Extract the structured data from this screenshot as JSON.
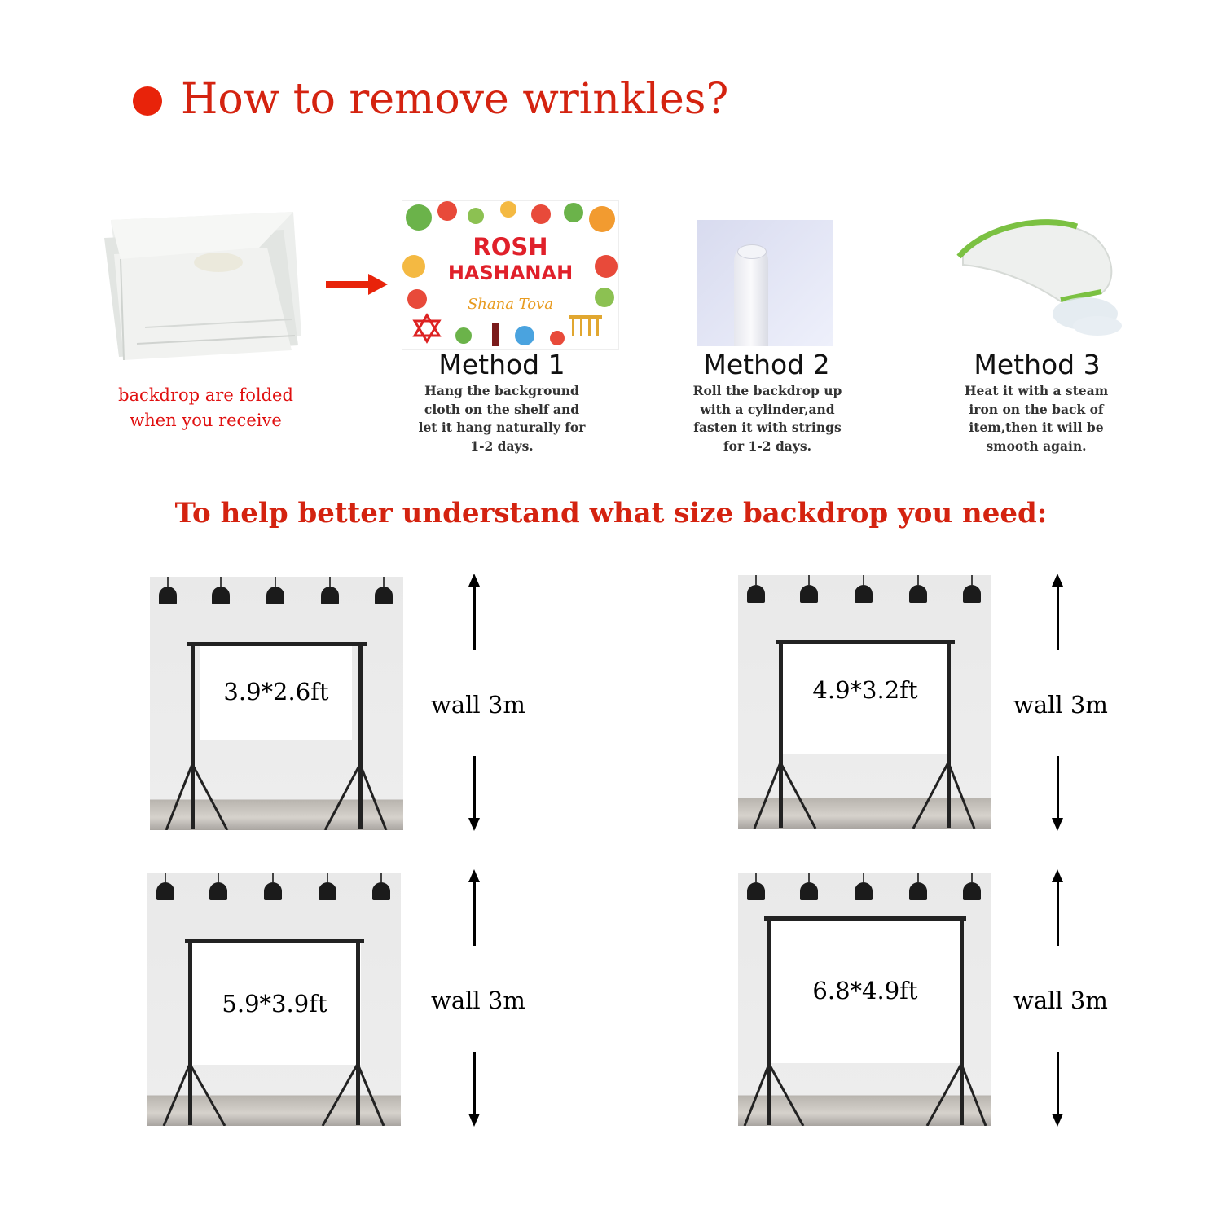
{
  "header": {
    "title": "How to remove wrinkles?"
  },
  "folded": {
    "caption_line1": "backdrop are folded",
    "caption_line2": "when you receive"
  },
  "banner": {
    "line1": "ROSH",
    "line2": "HASHANAH",
    "line3": "Shana Tova"
  },
  "methods": [
    {
      "title": "Method 1",
      "desc": [
        "Hang the background",
        "cloth on the shelf and",
        "let it hang naturally for",
        "1-2 days."
      ]
    },
    {
      "title": "Method 2",
      "desc": [
        "Roll the backdrop up",
        "with a cylinder,and",
        "fasten it with strings",
        "for 1-2 days."
      ]
    },
    {
      "title": "Method 3",
      "desc": [
        "Heat it with a steam",
        "iron on the back of",
        "item,then it will be",
        "smooth again."
      ]
    }
  ],
  "size_section": {
    "title": "To help better understand what size backdrop you need:"
  },
  "sizes": [
    {
      "label": "3.9*2.6ft",
      "wall": "wall 3m"
    },
    {
      "label": "4.9*3.2ft",
      "wall": "wall 3m"
    },
    {
      "label": "5.9*3.9ft",
      "wall": "wall 3m"
    },
    {
      "label": "6.8*4.9ft",
      "wall": "wall 3m"
    }
  ],
  "colors": {
    "accent": "#d42310",
    "caption_red": "#e01010"
  }
}
